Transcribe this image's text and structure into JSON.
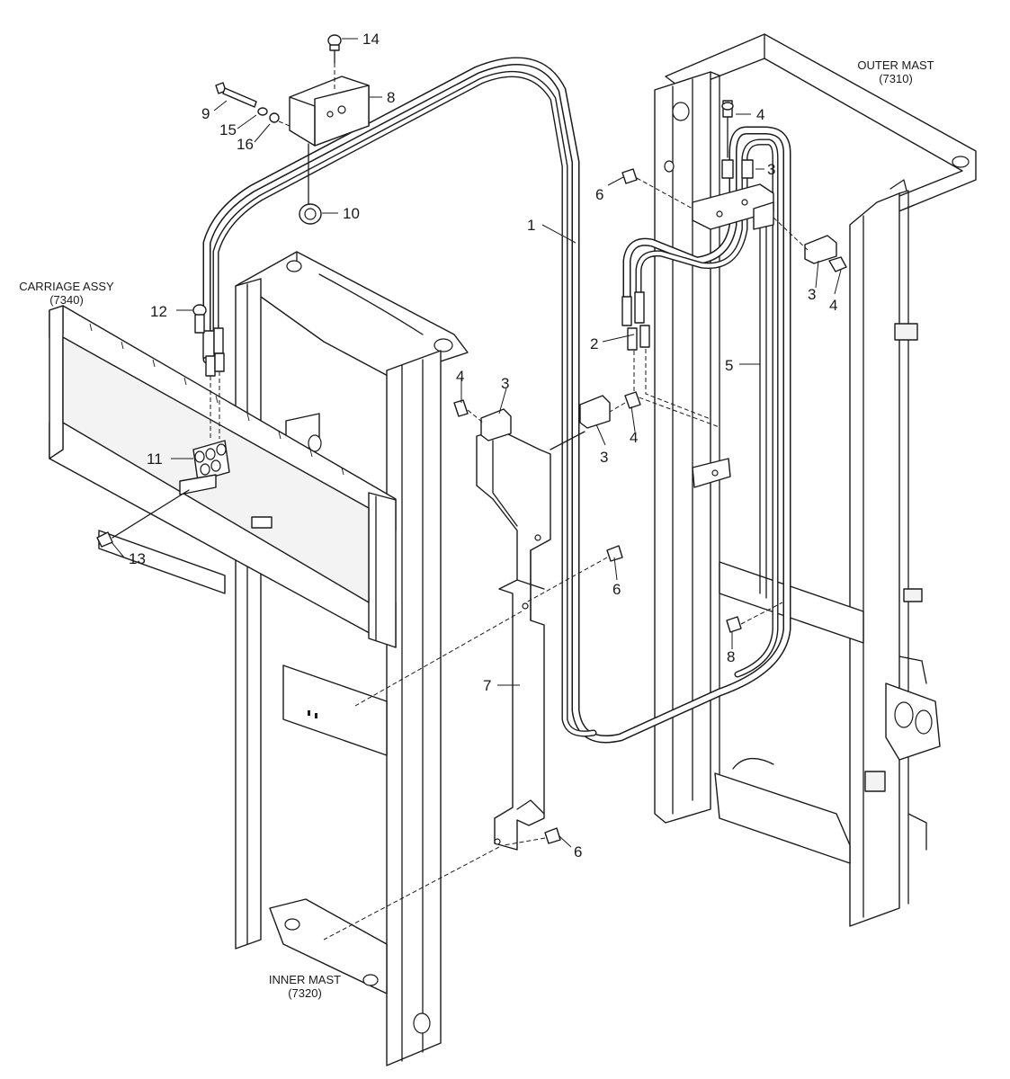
{
  "captions": {
    "outer_mast_name": "OUTER MAST",
    "outer_mast_code": "(7310)",
    "carriage_name": "CARRIAGE ASSY",
    "carriage_code": "(7340)",
    "inner_mast_name": "INNER MAST",
    "inner_mast_code": "(7320)"
  },
  "callouts": {
    "c14": "14",
    "c9": "9",
    "c8": "8",
    "c15": "15",
    "c16": "16",
    "c10": "10",
    "c1": "1",
    "c12": "12",
    "c11": "11",
    "c13": "13",
    "c4_outer_top": "4",
    "c3_outer_top": "3",
    "c6_outer_top": "6",
    "c3_outer_right": "3",
    "c4_outer_right": "4",
    "c2": "2",
    "c5": "5",
    "c4_inner_left": "4",
    "c3_inner_left": "3",
    "c3_inner_mid": "3",
    "c4_inner_mid": "4",
    "c6_mid": "6",
    "c8_lower": "8",
    "c7": "7",
    "c6_bottom": "6"
  }
}
